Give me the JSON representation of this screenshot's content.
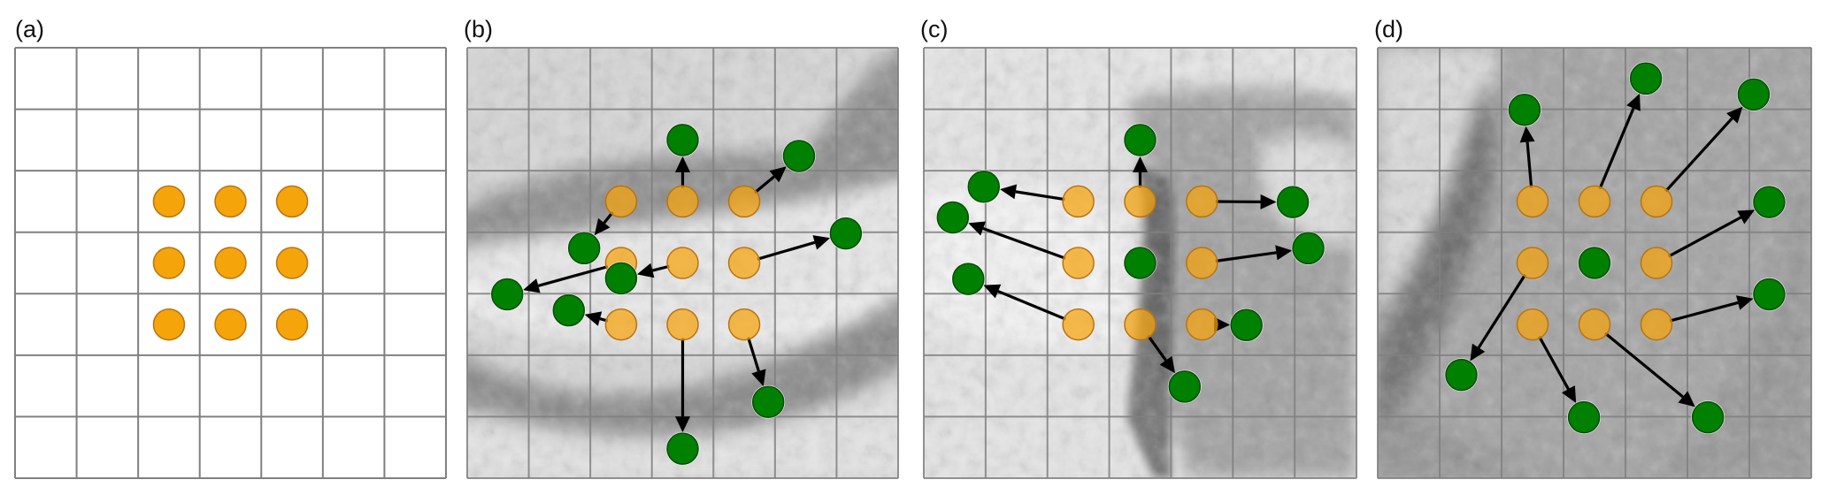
{
  "figure": {
    "grid": {
      "rows": 7,
      "cols": 7
    },
    "colors": {
      "source_fill": "#F5A40A",
      "source_stroke": "#B8740F",
      "target_fill": "#008000",
      "target_stroke": "#0B4A0B",
      "arrow": "#000000",
      "grid_line": "#808080"
    },
    "source_cells": [
      [
        2.5,
        2.5
      ],
      [
        3.5,
        2.5
      ],
      [
        4.5,
        2.5
      ],
      [
        2.5,
        3.5
      ],
      [
        3.5,
        3.5
      ],
      [
        4.5,
        3.5
      ],
      [
        2.5,
        4.5
      ],
      [
        3.5,
        4.5
      ],
      [
        4.5,
        4.5
      ]
    ],
    "panels": [
      {
        "label": "(a)",
        "background": "blank",
        "moves": []
      },
      {
        "label": "(b)",
        "background": "hillshade-b",
        "moves": [
          {
            "from": [
              2.5,
              2.5
            ],
            "to": [
              1.9,
              3.26
            ]
          },
          {
            "from": [
              3.5,
              2.5
            ],
            "to": [
              3.5,
              1.5
            ]
          },
          {
            "from": [
              4.5,
              2.5
            ],
            "to": [
              5.39,
              1.76
            ]
          },
          {
            "from": [
              2.5,
              3.5
            ],
            "to": [
              0.65,
              4.01
            ]
          },
          {
            "from": [
              3.5,
              3.5
            ],
            "to": [
              2.5,
              3.75
            ]
          },
          {
            "from": [
              4.5,
              3.5
            ],
            "to": [
              6.15,
              3.02
            ]
          },
          {
            "from": [
              2.5,
              4.5
            ],
            "to": [
              1.65,
              4.27
            ]
          },
          {
            "from": [
              3.5,
              4.5
            ],
            "to": [
              3.5,
              6.52
            ]
          },
          {
            "from": [
              4.5,
              4.5
            ],
            "to": [
              4.89,
              5.76
            ]
          }
        ]
      },
      {
        "label": "(c)",
        "background": "hillshade-c",
        "moves": [
          {
            "from": [
              2.5,
              2.5
            ],
            "to": [
              0.97,
              2.26
            ]
          },
          {
            "from": [
              3.5,
              2.5
            ],
            "to": [
              3.5,
              1.5
            ]
          },
          {
            "from": [
              4.5,
              2.5
            ],
            "to": [
              5.97,
              2.51
            ]
          },
          {
            "from": [
              2.5,
              3.5
            ],
            "to": [
              0.47,
              2.76
            ]
          },
          {
            "from": [
              3.5,
              3.5
            ],
            "to": [
              3.5,
              3.5
            ]
          },
          {
            "from": [
              4.5,
              3.5
            ],
            "to": [
              6.22,
              3.26
            ]
          },
          {
            "from": [
              2.5,
              4.5
            ],
            "to": [
              0.72,
              3.76
            ]
          },
          {
            "from": [
              3.5,
              4.5
            ],
            "to": [
              4.22,
              5.51
            ]
          },
          {
            "from": [
              4.5,
              4.5
            ],
            "to": [
              5.22,
              4.51
            ]
          }
        ]
      },
      {
        "label": "(d)",
        "background": "hillshade-d",
        "moves": [
          {
            "from": [
              2.5,
              2.5
            ],
            "to": [
              2.37,
              1.01
            ]
          },
          {
            "from": [
              3.5,
              2.5
            ],
            "to": [
              4.33,
              0.5
            ]
          },
          {
            "from": [
              4.5,
              2.5
            ],
            "to": [
              6.07,
              0.76
            ]
          },
          {
            "from": [
              2.5,
              3.5
            ],
            "to": [
              1.35,
              5.32
            ]
          },
          {
            "from": [
              3.5,
              3.5
            ],
            "to": [
              3.5,
              3.5
            ]
          },
          {
            "from": [
              4.5,
              3.5
            ],
            "to": [
              6.32,
              2.51
            ]
          },
          {
            "from": [
              2.5,
              4.5
            ],
            "to": [
              3.33,
              6.01
            ]
          },
          {
            "from": [
              3.5,
              4.5
            ],
            "to": [
              5.33,
              6.01
            ]
          },
          {
            "from": [
              4.5,
              4.5
            ],
            "to": [
              6.32,
              4.01
            ]
          }
        ]
      }
    ]
  }
}
